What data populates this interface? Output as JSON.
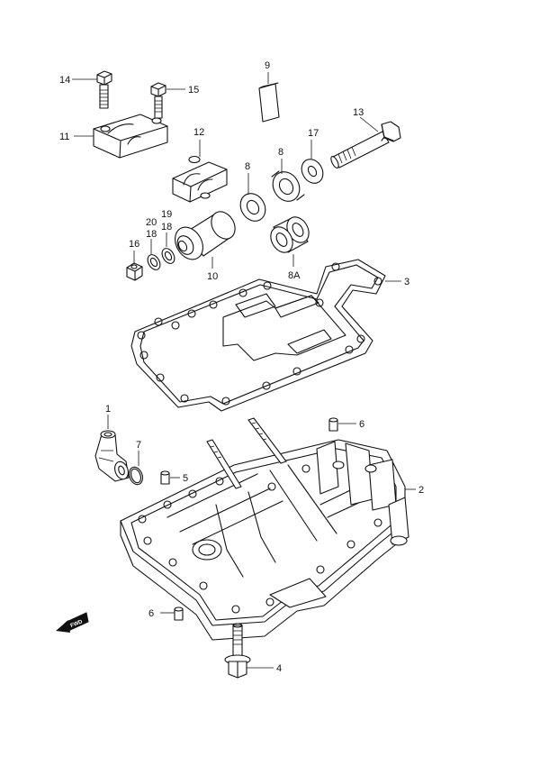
{
  "diagram": {
    "callouts": {
      "p1": "1",
      "p2": "2",
      "p3": "3",
      "p4": "4",
      "p5": "5",
      "p6a": "6",
      "p6b": "6",
      "p7": "7",
      "p8a": "8",
      "p8b": "8",
      "p8A": "8A",
      "p9": "9",
      "p10": "10",
      "p11": "11",
      "p12": "12",
      "p13": "13",
      "p14": "14",
      "p15": "15",
      "p16": "16",
      "p17": "17",
      "p18a": "18",
      "p18b": "18",
      "p19": "19",
      "p20": "20"
    },
    "fwd_label": "FWD"
  }
}
